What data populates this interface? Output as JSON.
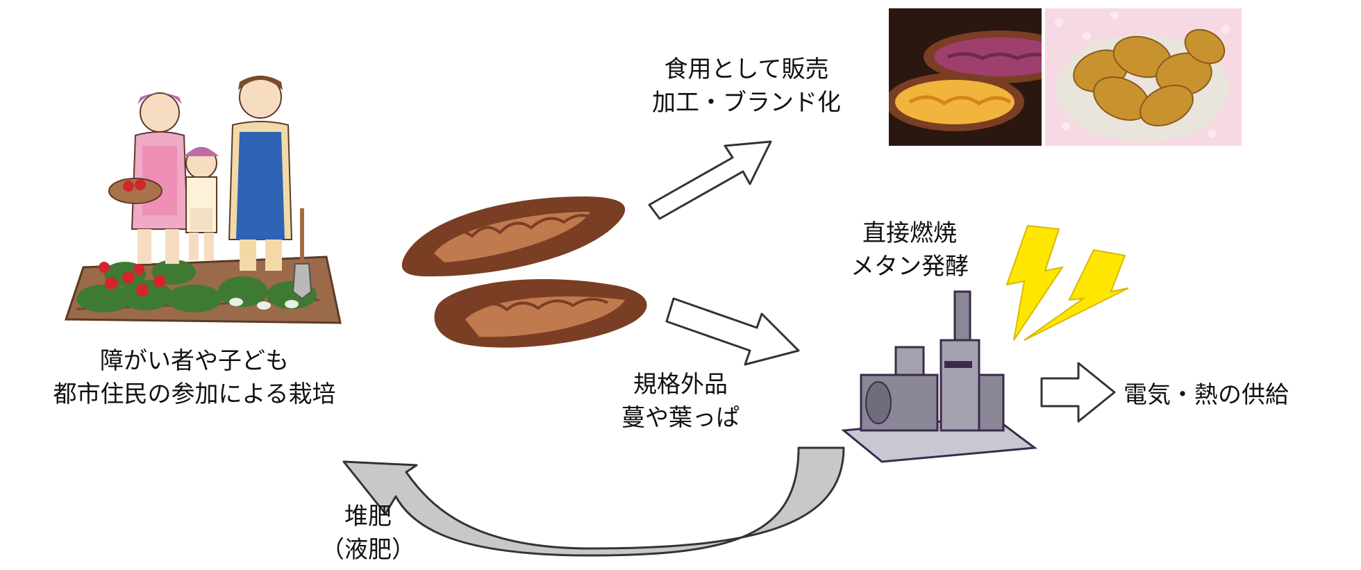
{
  "labels": {
    "cultivation": [
      "障がい者や子ども",
      "都市住民の参加による栽培"
    ],
    "sale": [
      "食用として販売",
      "加工・ブランド化"
    ],
    "offspec": [
      "規格外品",
      "蔓や葉っぱ"
    ],
    "energy_process": [
      "直接燃焼",
      "メタン発酵"
    ],
    "output": "電気・熱の供給",
    "compost": [
      "堆肥",
      "（液肥）"
    ]
  },
  "icons": {
    "family": "family-farming-illustration",
    "potato": "sweet-potato-icon",
    "baked": "baked-sweet-potato-photo",
    "chips": "sweet-potato-chips-photo",
    "plant": "power-plant-icon",
    "lightning": "lightning-bolt-icon"
  },
  "colors": {
    "potato_skin": "#7a3e24",
    "potato_flesh": "#c07a4e",
    "lightning": "#ffe600",
    "plant": "#8a8796",
    "compost_arrow": "#c8c8c8"
  }
}
